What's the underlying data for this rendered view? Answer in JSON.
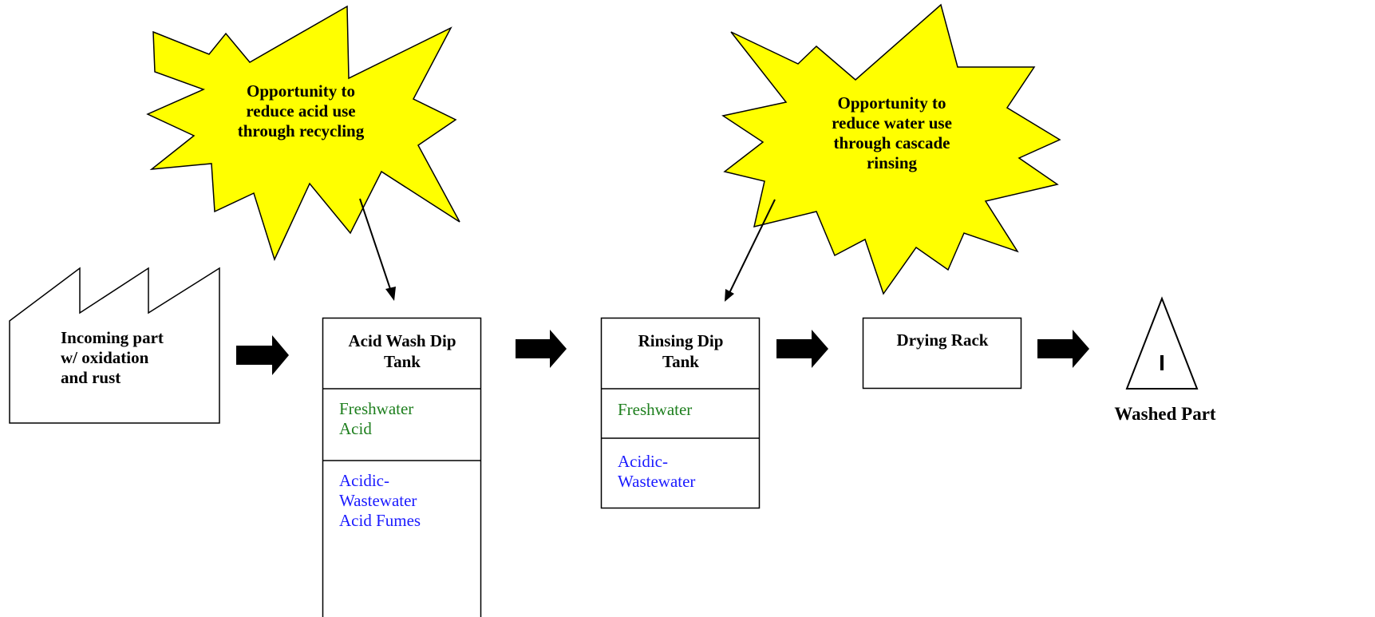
{
  "bursts": [
    {
      "lines": [
        "Opportunity to",
        "reduce acid use",
        "through recycling"
      ]
    },
    {
      "lines": [
        "Opportunity to",
        "reduce water use",
        "through cascade",
        "rinsing"
      ]
    }
  ],
  "factory": {
    "lines": [
      "Incoming part",
      "w/ oxidation",
      "and rust"
    ]
  },
  "acid_tank": {
    "title_lines": [
      "Acid Wash Dip",
      "Tank"
    ],
    "inputs": [
      "Freshwater",
      "Acid"
    ],
    "outputs": [
      "Acidic-",
      "Wastewater",
      "Acid Fumes"
    ]
  },
  "rinse_tank": {
    "title_lines": [
      "Rinsing Dip",
      "Tank"
    ],
    "inputs": [
      "Freshwater"
    ],
    "outputs": [
      "Acidic-",
      "Wastewater"
    ]
  },
  "drying": {
    "title": "Drying Rack"
  },
  "inventory": {
    "symbol": "I",
    "label": "Washed Part"
  },
  "colors": {
    "burst_fill": "#ffff00",
    "input_text": "#1e7f1e",
    "output_text": "#1a1aff"
  }
}
